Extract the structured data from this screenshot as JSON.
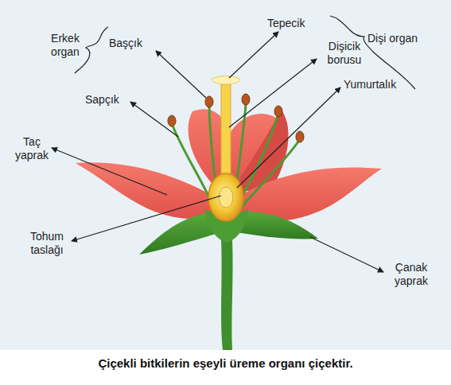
{
  "diagram": {
    "caption": "Çiçekli bitkilerin eşeyli üreme organı çiçektir.",
    "labels": [
      "Erkek organ",
      "Başçık",
      "Tepecik",
      "Dişi organ",
      "Dişicik borusu",
      "Sapçık",
      "Yumurtalık",
      "Taç yaprak",
      "Tohum taslağı",
      "Çanak yaprak"
    ]
  }
}
